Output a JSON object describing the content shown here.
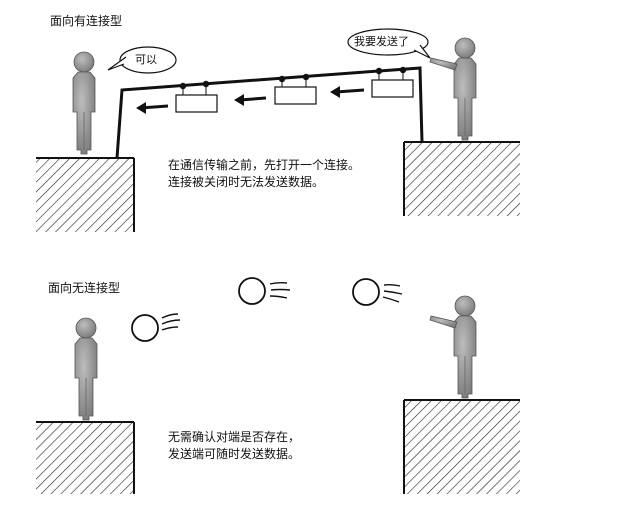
{
  "connection_oriented": {
    "heading": "面向有连接型",
    "receiver_bubble": "可以",
    "sender_bubble": "我要发送了",
    "desc_line1": "在通信传输之前，先打开一个连接。",
    "desc_line2": "连接被关闭时无法发送数据。"
  },
  "connectionless": {
    "heading": "面向无连接型",
    "desc_line1": "无需确认对端是否存在，",
    "desc_line2": "发送端可随时发送数据。"
  },
  "colors": {
    "figure_fill": "#9a9a9a",
    "figure_dark": "#6e6e6e",
    "line": "#111111",
    "background": "#ffffff"
  }
}
